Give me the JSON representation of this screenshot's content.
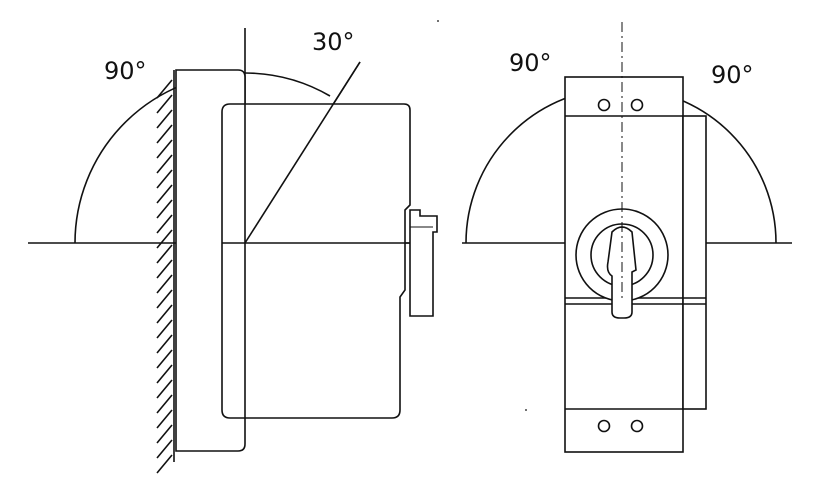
{
  "labels": {
    "left_upright_angle": "90°",
    "left_tilt_angle": "30°",
    "right_left_angle": "90°",
    "right_right_angle": "90°"
  },
  "colors": {
    "ink": "#111111",
    "background": "#ffffff"
  }
}
